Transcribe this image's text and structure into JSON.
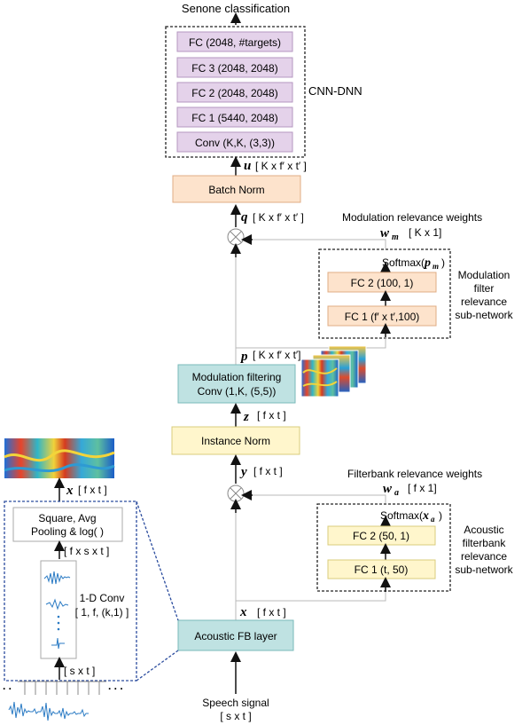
{
  "top_label": "Senone classification",
  "cnn_dnn": {
    "label": "CNN-DNN",
    "layers": [
      "FC (2048, #targets)",
      "FC 3 (2048, 2048)",
      "FC 2 (2048, 2048)",
      "FC 1 (5440, 2048)",
      "Conv (K,K, (3,3))"
    ]
  },
  "u": {
    "symbol": "u",
    "dims": "[ K x f′ x t′ ]"
  },
  "batch_norm": "Batch Norm",
  "q": {
    "symbol": "q",
    "dims": "[ K x f′ x t′ ]"
  },
  "mod_weights": {
    "title": "Modulation relevance weights",
    "symbol": "w",
    "subscript": "m",
    "dims": "[ K x 1]"
  },
  "mod_subnet": {
    "softmax": "Softmax(",
    "softmax_var": "p",
    "softmax_sub": "m",
    "softmax_close": ")",
    "fc2": "FC 2 (100, 1)",
    "fc1": "FC 1 (f′ x t′,100)",
    "label": [
      "Modulation",
      "filter",
      "relevance",
      "sub-network"
    ]
  },
  "p": {
    "symbol": "p",
    "dims": "[ K x f′ x t′]"
  },
  "mod_filtering": [
    "Modulation filtering",
    "Conv (1,K, (5,5))"
  ],
  "z": {
    "symbol": "z",
    "dims": "[ f x t ]"
  },
  "instance_norm": "Instance Norm",
  "y": {
    "symbol": "y",
    "dims": "[ f x t ]"
  },
  "fb_weights": {
    "title": "Filterbank relevance weights",
    "symbol": "w",
    "subscript": "a",
    "dims": "[ f x 1]"
  },
  "fb_subnet": {
    "softmax": "Softmax(",
    "softmax_var": "x",
    "softmax_sub": "a",
    "softmax_close": ")",
    "fc2": "FC 2 (50, 1)",
    "fc1": "FC 1 (t, 50)",
    "label": [
      "Acoustic",
      "filterbank",
      "relevance",
      "sub-network"
    ]
  },
  "x": {
    "symbol": "x",
    "dims": "[ f x t ]"
  },
  "acoustic_fb": "Acoustic FB layer",
  "speech": {
    "title": "Speech signal",
    "dims": "[ s x t ]"
  },
  "left": {
    "x_symbol": "x",
    "x_dims": "[ f x t ]",
    "pool": [
      "Square, Avg",
      "Pooling & log( )"
    ],
    "fst_dims": "[ f x s x t ]",
    "conv": [
      "1-D Conv",
      "[ 1, f, (k,1) ]"
    ],
    "st_dims": "[ s x t ]",
    "dots_left": ". .",
    "dots_right": ". . ."
  },
  "colors": {
    "purple_fill": "#e4d2ea",
    "purple_stroke": "#b497c0",
    "orange_fill": "#fde3cc",
    "orange_stroke": "#e0ac84",
    "teal_fill": "#bfe2e2",
    "teal_stroke": "#7ab9ba",
    "yellow_fill": "#fff6cc",
    "yellow_stroke": "#d8cc7c",
    "dashed_blue": "#2b4c9e",
    "line_gray": "#b8b8b8"
  }
}
